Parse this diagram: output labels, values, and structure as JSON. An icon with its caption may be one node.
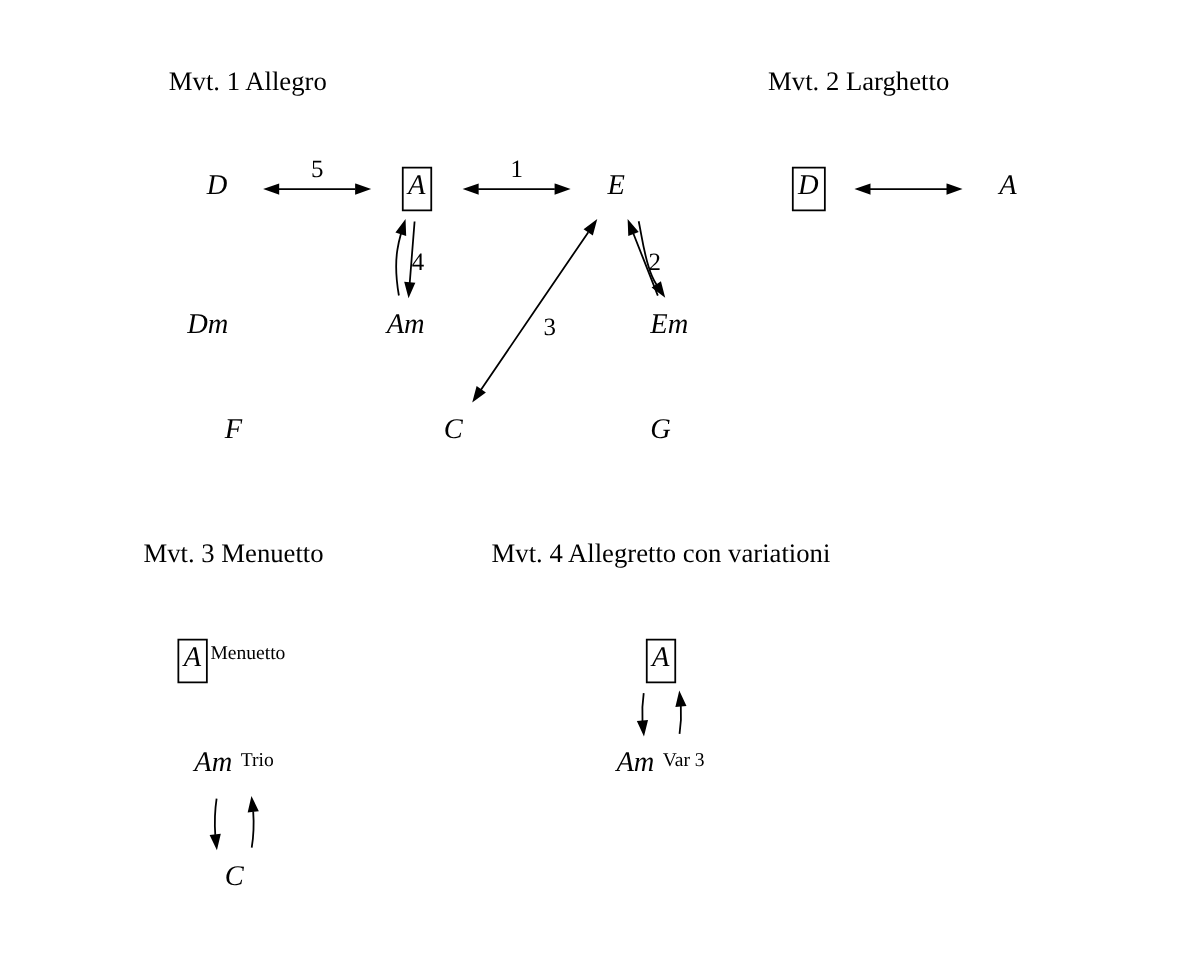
{
  "diagram": {
    "nodes": [
      {
        "text": [
          "D"
        ]
      },
      {
        "text": [
          "A"
        ]
      },
      {
        "text": [
          "E"
        ]
      },
      {
        "text": [
          "Dm"
        ]
      },
      {
        "text": [
          "Am"
        ]
      },
      {
        "text": [
          "Em"
        ]
      },
      {
        "text": [
          "F"
        ]
      },
      {
        "text": [
          "C"
        ]
      },
      {
        "text": [
          "G"
        ]
      },
      {
        "text": [
          "D"
        ]
      },
      {
        "text": [
          "A"
        ]
      },
      {
        "text": [
          "A"
        ],
        "beside": [
          "Menuetto"
        ]
      },
      {
        "text": [
          "Am"
        ],
        "beside": [
          "Trio"
        ]
      },
      {
        "text": [
          "C"
        ]
      },
      {
        "text": [
          "A"
        ]
      },
      {
        "text": [
          "Am"
        ],
        "beside": [
          "Var 3"
        ]
      }
    ],
    "edges": [
      {
        "from": 0,
        "to": 1,
        "arrow": "both",
        "label": "5"
      },
      {
        "from": 1,
        "to": 2,
        "arrow": "both",
        "label": "1"
      },
      {
        "from": 1,
        "to": 4,
        "arrow": "to",
        "label": "4"
      },
      {
        "from": 4,
        "to": 1,
        "arrow": "to"
      },
      {
        "from": 2,
        "to": 5,
        "arrow": "to"
      },
      {
        "from": 5,
        "to": 2,
        "arrow": "to",
        "label": "2"
      },
      {
        "from": 2,
        "to": 7,
        "arrow": "both",
        "label": "3"
      },
      {
        "from": 9,
        "to": 10,
        "arrow": "both"
      },
      {
        "from": 12,
        "to": 13,
        "arrow": "to"
      },
      {
        "from": 13,
        "to": 12,
        "arrow": "to"
      },
      {
        "from": 14,
        "to": 15,
        "arrow": "to"
      },
      {
        "from": 15,
        "to": 14,
        "arrow": "to"
      }
    ],
    "labels": [
      "Mvt. 1 Allegro",
      "Mvt. 2 Larghetto",
      "Mvt. 3 Menuetto",
      "Mvt. 4 Allegretto con variationi"
    ]
  }
}
